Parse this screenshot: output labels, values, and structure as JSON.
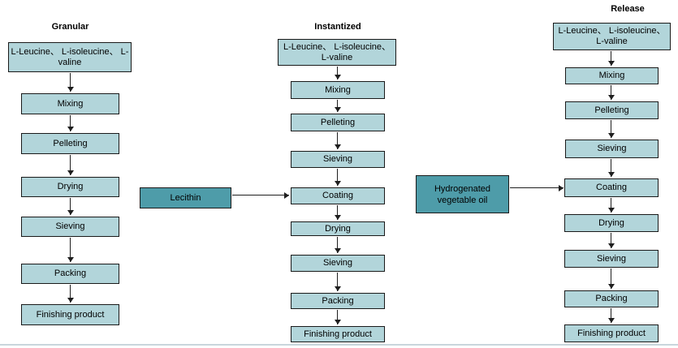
{
  "diagram": {
    "columns": [
      {
        "title": "Granular",
        "steps": [
          "L-Leucine、 L-isoleucine、 L-valine",
          "Mixing",
          "Pelleting",
          "Drying",
          "Sieving",
          "Packing",
          "Finishing product"
        ]
      },
      {
        "title": "Instantized",
        "steps": [
          "L-Leucine、 L-isoleucine、 L-valine",
          "Mixing",
          "Pelleting",
          "Sieving",
          "Coating",
          "Drying",
          "Sieving",
          "Packing",
          "Finishing product"
        ]
      },
      {
        "title": "Release",
        "steps": [
          "L-Leucine、 L-isoleucine、 L-valine",
          "Mixing",
          "Pelleting",
          "Sieving",
          "Coating",
          "Drying",
          "Sieving",
          "Packing",
          "Finishing product"
        ]
      }
    ],
    "side_inputs": [
      {
        "label": "Lecithin"
      },
      {
        "label": "Hydrogenated vegetable oil"
      }
    ],
    "colors": {
      "step_fill": "#b2d5da",
      "input_fill": "#4e9ca9",
      "line": "#1f1f1f"
    }
  }
}
